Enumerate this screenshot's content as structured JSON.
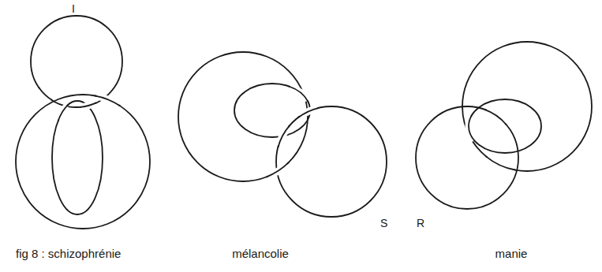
{
  "diagram": {
    "labels": [
      "I",
      "S",
      "R",
      "fig 8 : schizophrénie",
      "mélancolie",
      "manie"
    ]
  }
}
